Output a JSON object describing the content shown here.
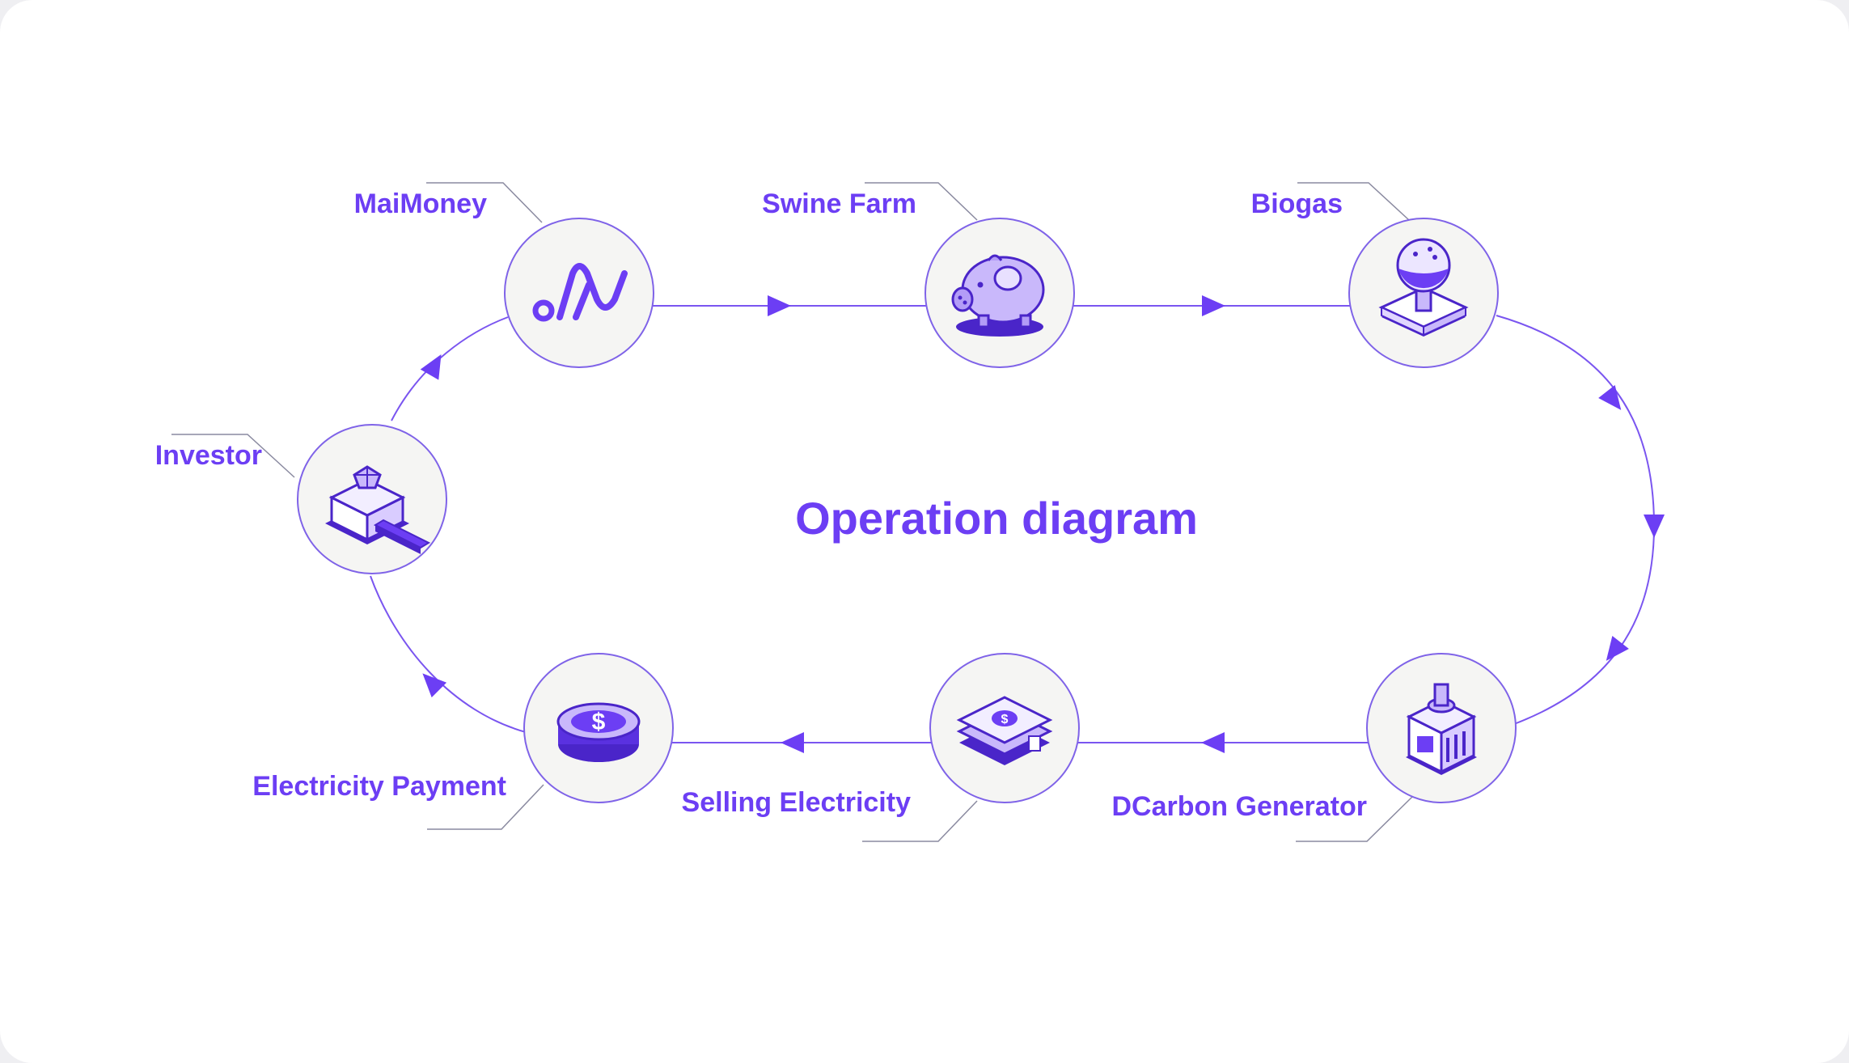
{
  "title": "Operation diagram",
  "colors": {
    "accent": "#6c3ef4",
    "line": "#7a55f0",
    "node_fill": "#f5f5f3",
    "node_stroke": "#7f63e8",
    "callout": "#8a8aa0"
  },
  "nodes": [
    {
      "id": "maimoney",
      "label": "MaiMoney",
      "icon": "maimoney-logo-icon"
    },
    {
      "id": "swine-farm",
      "label": "Swine Farm",
      "icon": "piggy-icon"
    },
    {
      "id": "biogas",
      "label": "Biogas",
      "icon": "biogas-tank-icon"
    },
    {
      "id": "dcarbon-generator",
      "label": "DCarbon Generator",
      "icon": "generator-icon"
    },
    {
      "id": "selling-electricity",
      "label": "Selling Electricity",
      "icon": "cash-stack-icon"
    },
    {
      "id": "electricity-payment",
      "label": "Electricity Payment",
      "icon": "dollar-coin-icon"
    },
    {
      "id": "investor",
      "label": "Investor",
      "icon": "gem-device-icon"
    }
  ],
  "flow": [
    "maimoney",
    "swine-farm",
    "biogas",
    "dcarbon-generator",
    "selling-electricity",
    "electricity-payment",
    "investor",
    "maimoney"
  ]
}
